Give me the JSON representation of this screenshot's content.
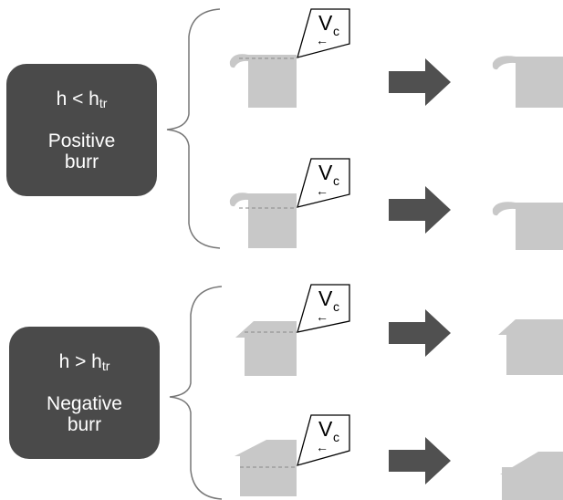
{
  "groups": [
    {
      "condition_main": "h < h",
      "condition_sub": "tr",
      "kind_line1": "Positive",
      "kind_line2": "burr"
    },
    {
      "condition_main": "h > h",
      "condition_sub": "tr",
      "kind_line1": "Negative",
      "kind_line2": "burr"
    }
  ],
  "tool_label": {
    "main": "V",
    "sub": "c",
    "arrow": "←"
  },
  "colors": {
    "box": "#4a4a4a",
    "workpiece": "#c8c8c8",
    "arrow": "#505050",
    "brace": "#777777"
  }
}
